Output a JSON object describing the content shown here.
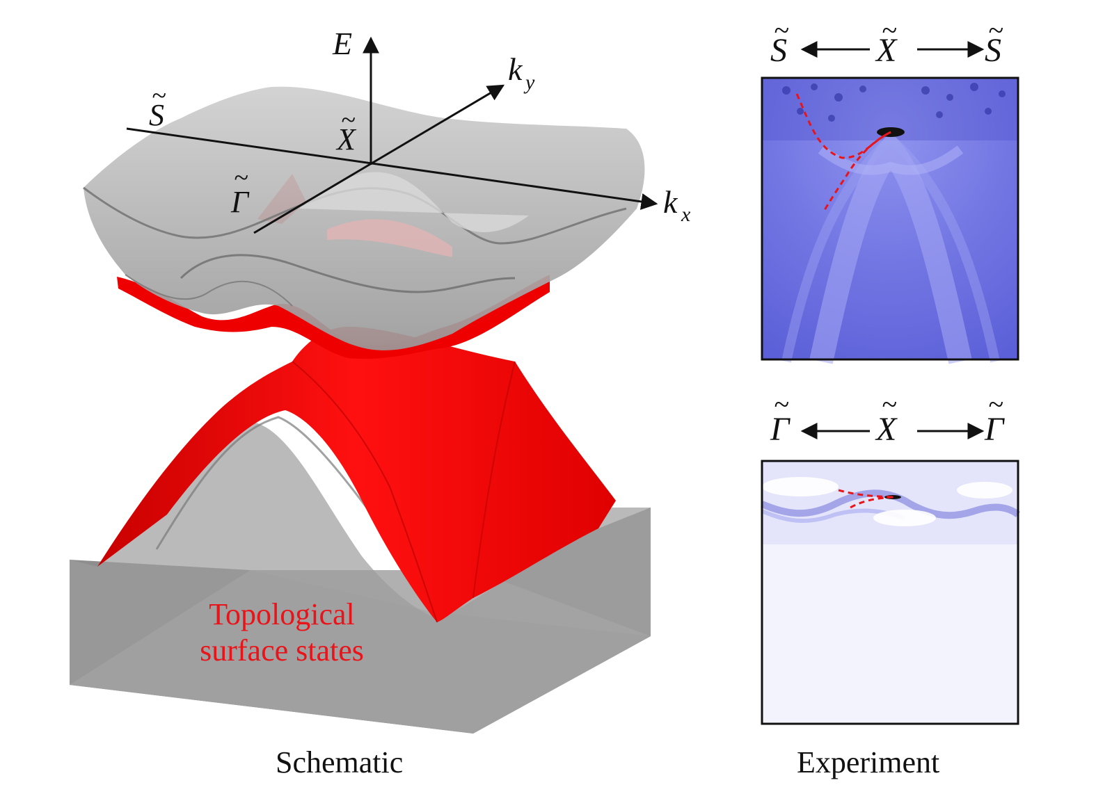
{
  "schematic": {
    "axis_E": "E",
    "axis_ky": "k",
    "axis_ky_sub": "y",
    "axis_kx": "k",
    "axis_kx_sub": "x",
    "point_S": "S",
    "point_X": "X",
    "point_Gamma": "Γ",
    "tilde": "~",
    "tss_line1": "Topological",
    "tss_line2": "surface states",
    "caption": "Schematic"
  },
  "panel_top": {
    "left": "S",
    "center": "X",
    "right": "S",
    "tilde": "~"
  },
  "panel_bottom": {
    "left": "Γ",
    "center": "X",
    "right": "Γ",
    "tilde": "~"
  },
  "experiment": {
    "caption": "Experiment"
  },
  "colors": {
    "surface_red": "#f00000",
    "bulk_gray": "#a8a8a8",
    "arpes_blue": "#6f73e0",
    "dashed_red": "#e8141a"
  }
}
